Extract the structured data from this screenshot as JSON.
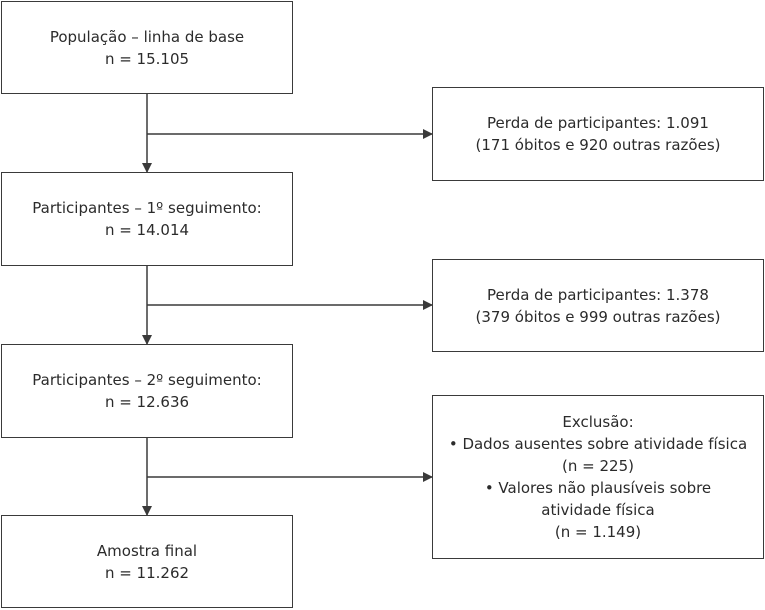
{
  "flow": {
    "baseline": {
      "title": "População – linha de base",
      "count": "n = 15.105"
    },
    "followup1": {
      "title": "Participantes – 1º seguimento:",
      "count": "n = 14.014"
    },
    "followup2": {
      "title": "Participantes – 2º seguimento:",
      "count": "n = 12.636"
    },
    "final": {
      "title": "Amostra final",
      "count": "n = 11.262"
    }
  },
  "side": {
    "loss1": {
      "title": "Perda de participantes: 1.091",
      "detail": "(171 óbitos e 920 outras razões)"
    },
    "loss2": {
      "title": "Perda de participantes: 1.378",
      "detail": "(379 óbitos e 999 outras razões)"
    },
    "exclusion": {
      "title": "Exclusão:",
      "item1": "• Dados ausentes sobre atividade física",
      "item1_count": "(n = 225)",
      "item2_line1": "• Valores não plausíveis sobre",
      "item2_line2": "atividade física",
      "item2_count": "(n = 1.149)"
    }
  }
}
